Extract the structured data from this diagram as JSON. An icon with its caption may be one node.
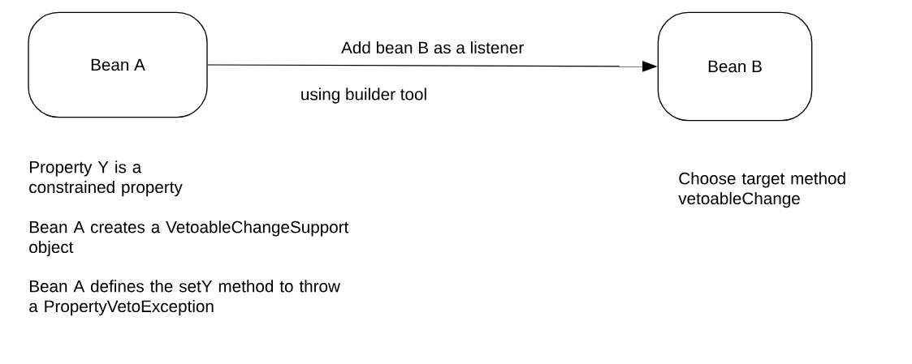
{
  "diagram": {
    "nodes": [
      {
        "text": [
          "Bean A"
        ]
      },
      {
        "text": [
          "Bean B"
        ]
      }
    ],
    "edges": [
      {
        "from": 0,
        "to": 1,
        "arrow": "to",
        "label": "Add bean B as a listener"
      }
    ],
    "labels": [
      "using builder tool",
      "Property Y is a constrained property",
      "Choose target method vetoableChange",
      "Bean A creates a VetoableChangeSupport object",
      "Bean A defines the setY method to throw a PropertyVetoException"
    ]
  }
}
